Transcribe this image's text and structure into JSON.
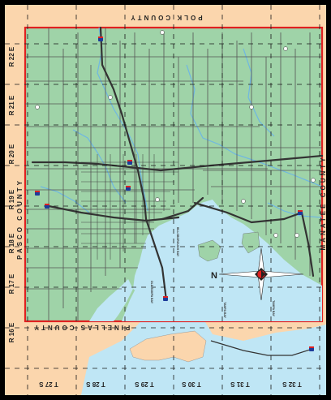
{
  "map": {
    "counties": {
      "top": "POLK COUNTY",
      "left": "PASCO COUNTY",
      "right": "MANATEE COUNTY",
      "bottom": "PINELLAS COUNTY"
    },
    "ranges": [
      "R 22 E",
      "R 21 E",
      "R 20 E",
      "R 19 E",
      "R 18 E",
      "R 17 E",
      "R 16 E"
    ],
    "townships": [
      "T 27 S",
      "T 28 S",
      "T 29 S",
      "T 30 S",
      "T 31 S",
      "T 32 S"
    ],
    "water_labels": {
      "hillsborough_bay": "HILLSBOROUGH BAY",
      "old_tampa_bay": "OLD TAMPA BAY",
      "tampa_bay": "TAMPA BAY"
    },
    "compass": {
      "north_letter": "N"
    },
    "colors": {
      "land_inside": "#9fd3a8",
      "land_outside": "#fbd6ad",
      "water": "#bfe6f5",
      "roads": "#555555",
      "county_line": "#e02020",
      "grid": "#1a1a1a"
    }
  }
}
